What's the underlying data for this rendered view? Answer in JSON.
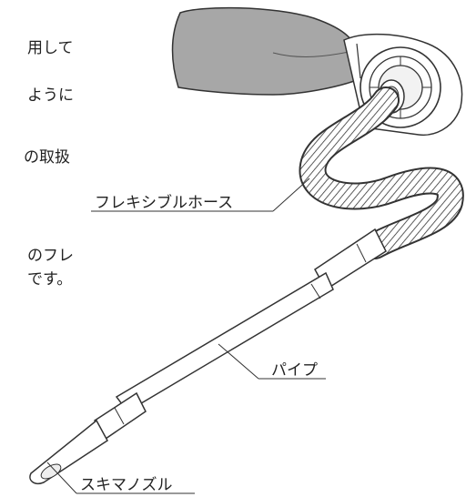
{
  "body_text_fragments": [
    "用して",
    "ように",
    "の取扱",
    "のフレ",
    "です。"
  ],
  "labels": {
    "hose": "フレキシブルホース",
    "pipe": "パイプ",
    "nozzle": "スキマノズル"
  }
}
